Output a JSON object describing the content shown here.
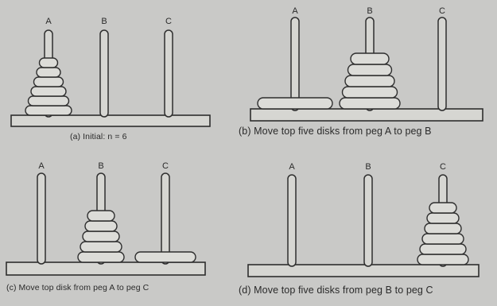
{
  "peg_labels": [
    "A",
    "B",
    "C"
  ],
  "colors": {
    "background": "#c9c9c7",
    "line": "#2e2e2e",
    "wood": "#d6d6d2",
    "disk": "#dcdcd8"
  },
  "panels": [
    {
      "caption": "(a) Initial: n = 6",
      "disks_per_peg": [
        6,
        0,
        0
      ]
    },
    {
      "caption": "(b) Move top five disks from peg A to peg B",
      "disks_per_peg": [
        1,
        5,
        0
      ]
    },
    {
      "caption": "(c) Move top disk from peg A to peg C",
      "disks_per_peg": [
        0,
        5,
        1
      ]
    },
    {
      "caption": "(d) Move top five disks from peg B to peg C",
      "disks_per_peg": [
        0,
        0,
        6
      ]
    }
  ]
}
